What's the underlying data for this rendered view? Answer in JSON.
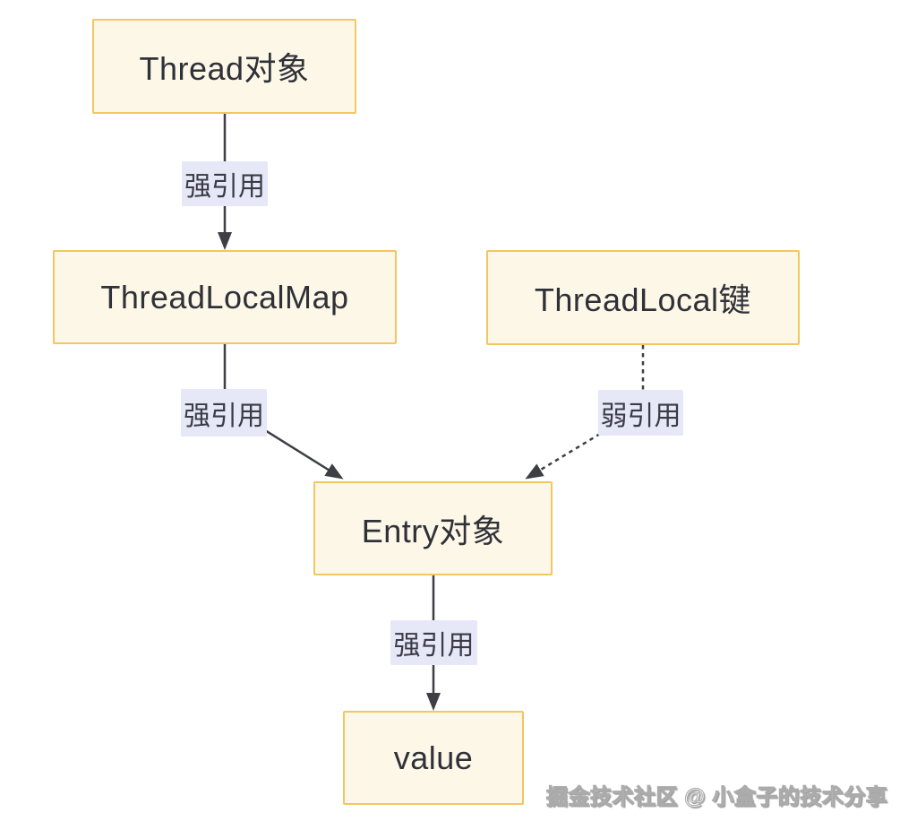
{
  "diagram": {
    "title_context": "ThreadLocal reference diagram",
    "nodes": {
      "thread": {
        "label": "Thread对象"
      },
      "threadlocalmap": {
        "label": "ThreadLocalMap"
      },
      "threadlocalkey": {
        "label": "ThreadLocal键"
      },
      "entry": {
        "label": "Entry对象"
      },
      "value": {
        "label": "value"
      }
    },
    "edges": {
      "thread_to_map": {
        "label": "强引用",
        "style": "solid"
      },
      "map_to_entry": {
        "label": "强引用",
        "style": "solid"
      },
      "key_to_entry": {
        "label": "弱引用",
        "style": "dashed"
      },
      "entry_to_value": {
        "label": "强引用",
        "style": "solid"
      }
    },
    "colors": {
      "node_fill": "#fdf7e7",
      "node_border": "#f2c661",
      "edge_label_bg": "#e6e7f7",
      "line": "#3d3f45",
      "text": "#2f3138",
      "background": "#ffffff"
    }
  },
  "watermark": {
    "text": "掘金技术社区 @ 小盒子的技术分享"
  }
}
